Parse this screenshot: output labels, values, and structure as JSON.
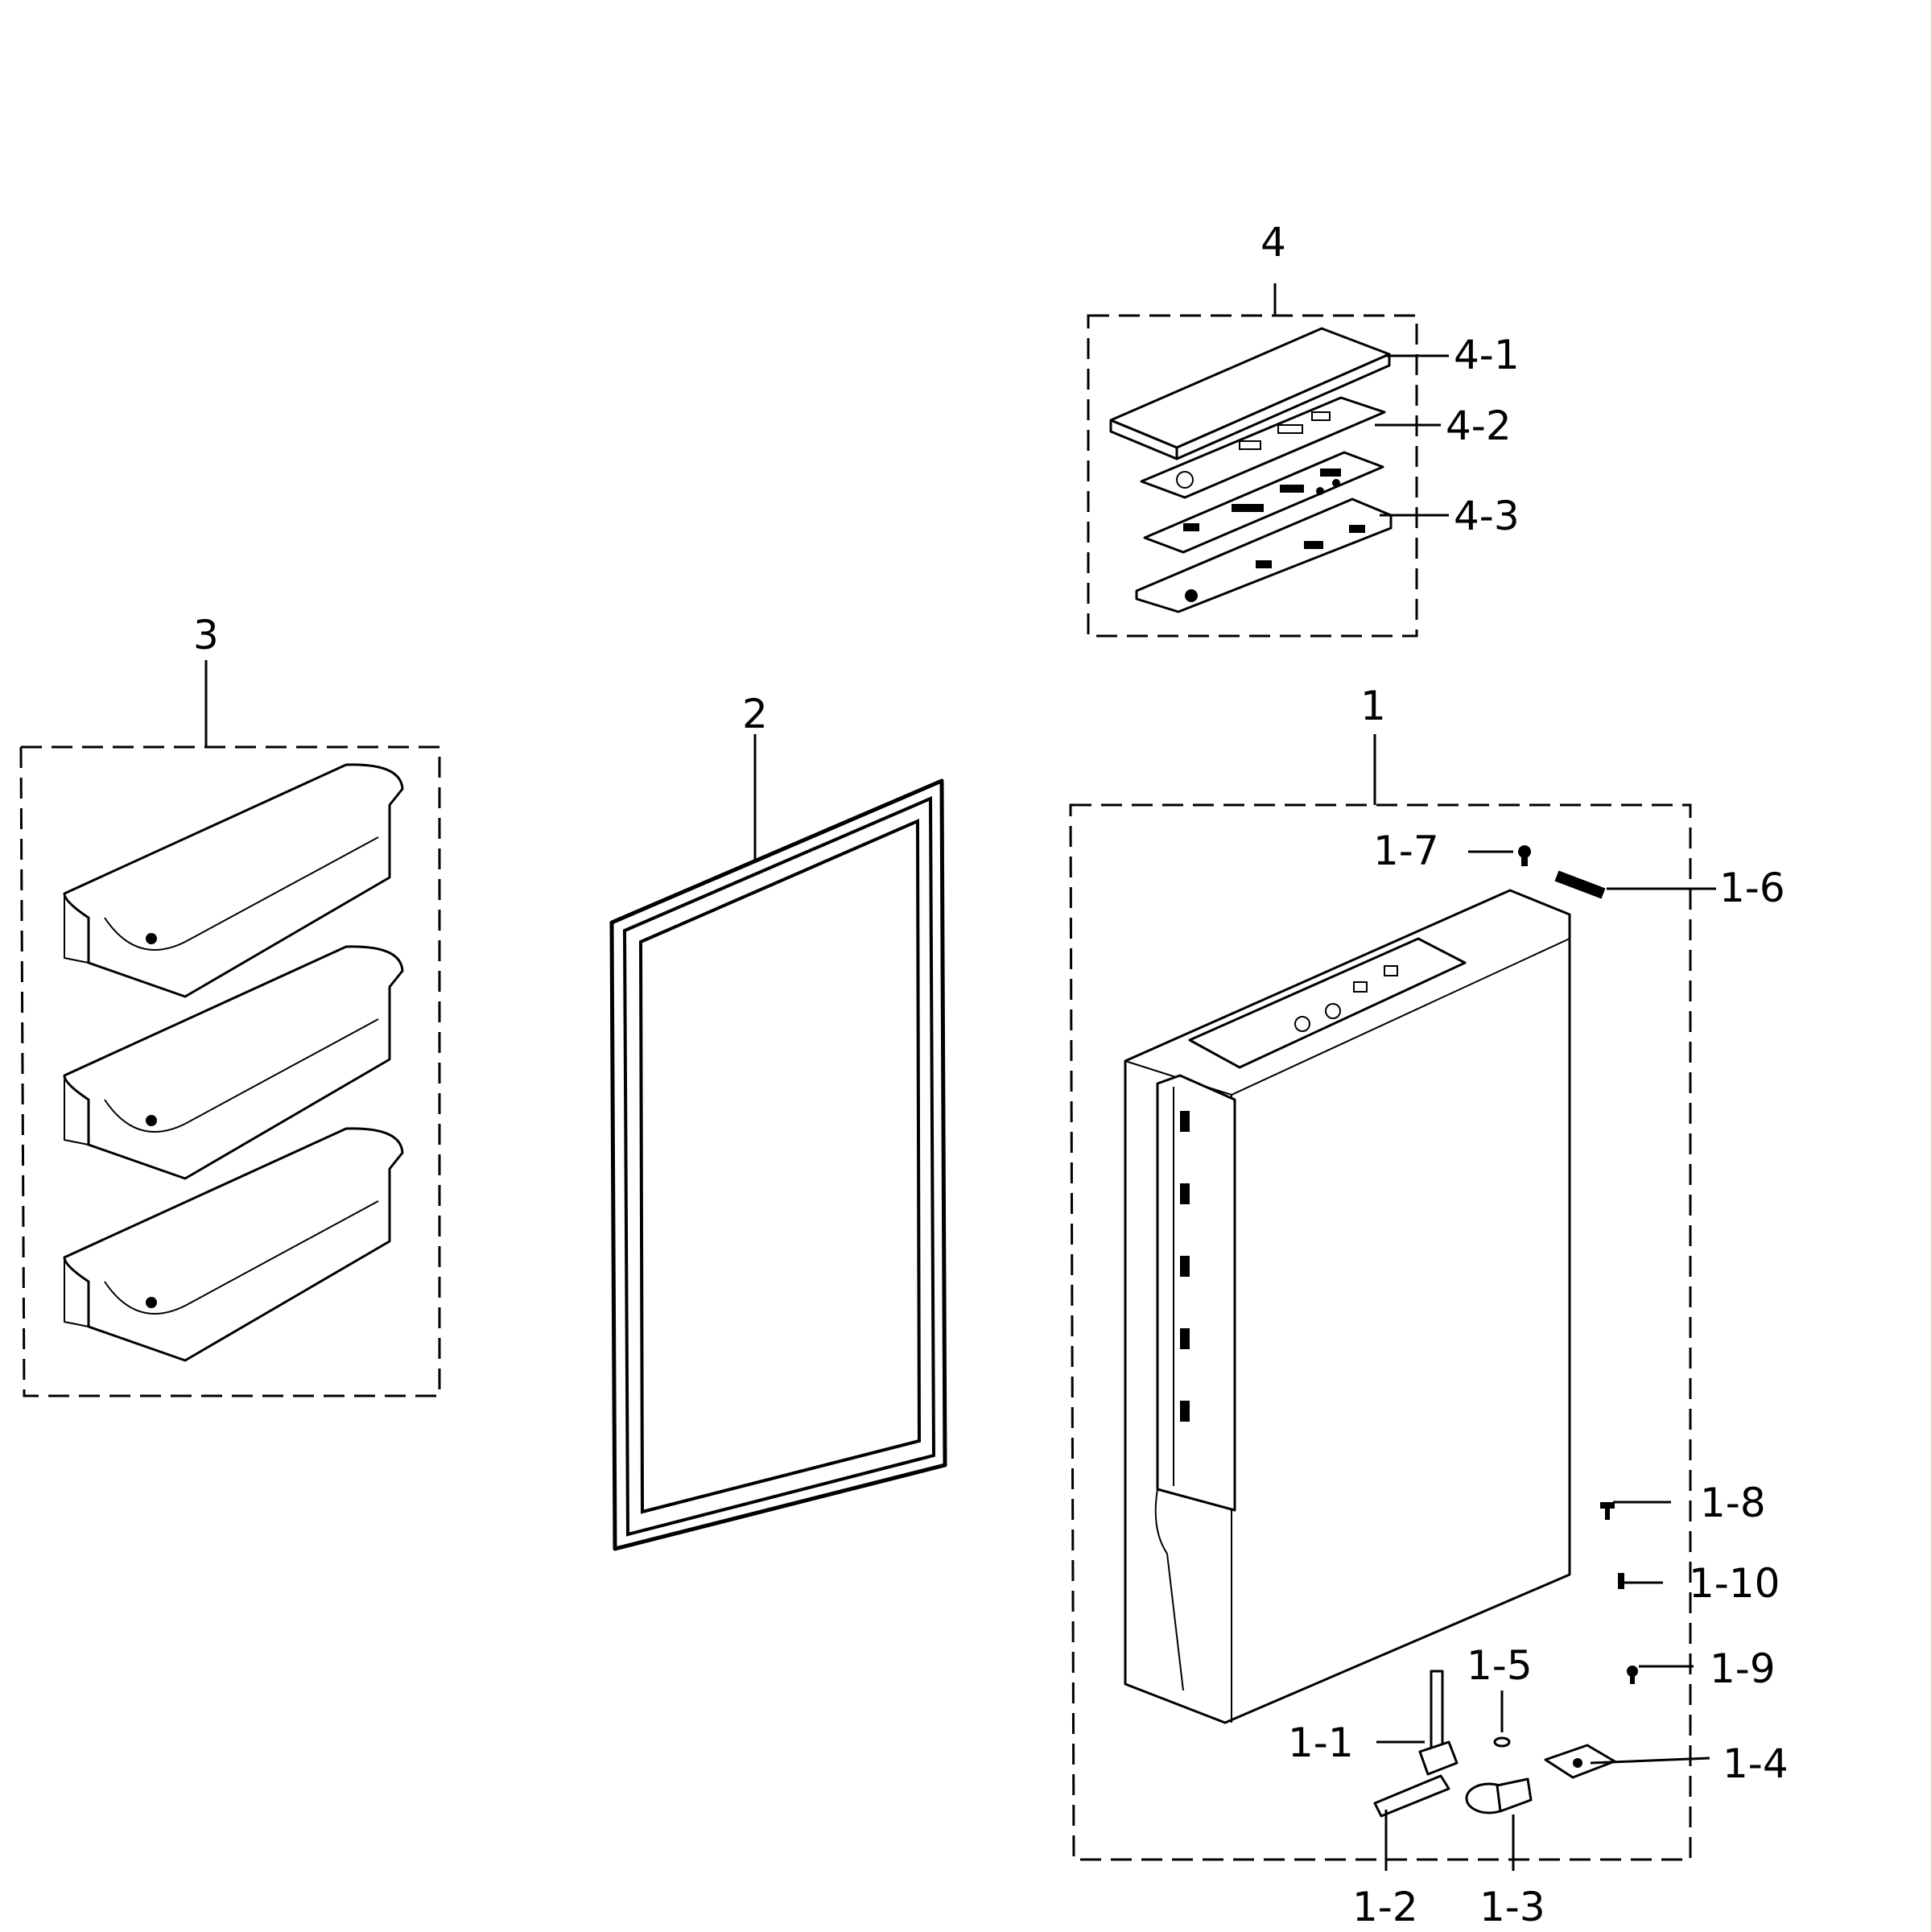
{
  "callouts": {
    "c1": "1",
    "c1_1": "1-1",
    "c1_2": "1-2",
    "c1_3": "1-3",
    "c1_4": "1-4",
    "c1_5": "1-5",
    "c1_6": "1-6",
    "c1_7": "1-7",
    "c1_8": "1-8",
    "c1_9": "1-9",
    "c1_10": "1-10",
    "c2": "2",
    "c3": "3",
    "c4": "4",
    "c4_1": "4-1",
    "c4_2": "4-2",
    "c4_3": "4-3"
  }
}
